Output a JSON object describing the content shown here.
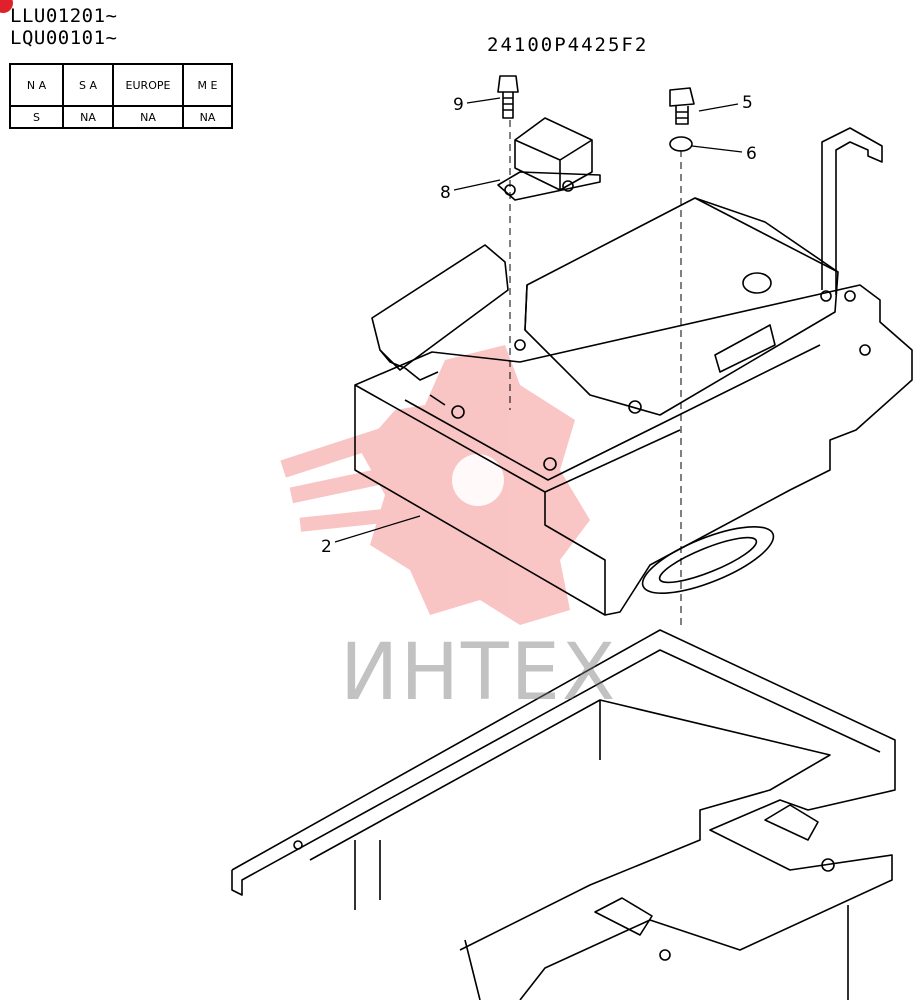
{
  "serials": [
    "LLU01201~",
    "LQU00101~"
  ],
  "drawing_number": "24100P4425F2",
  "region_table": {
    "headers": [
      "N A",
      "S A",
      "EUROPE",
      "M E"
    ],
    "values": [
      "S",
      "NA",
      "NA",
      "NA"
    ]
  },
  "callouts": {
    "part_9": "9",
    "part_5": "5",
    "part_6": "6",
    "part_8": "8",
    "part_2": "2"
  },
  "watermark": "ИHTEX",
  "colors": {
    "line": "#000000",
    "watermark_red": "#f05a5a",
    "marker_red": "#e0202a"
  }
}
